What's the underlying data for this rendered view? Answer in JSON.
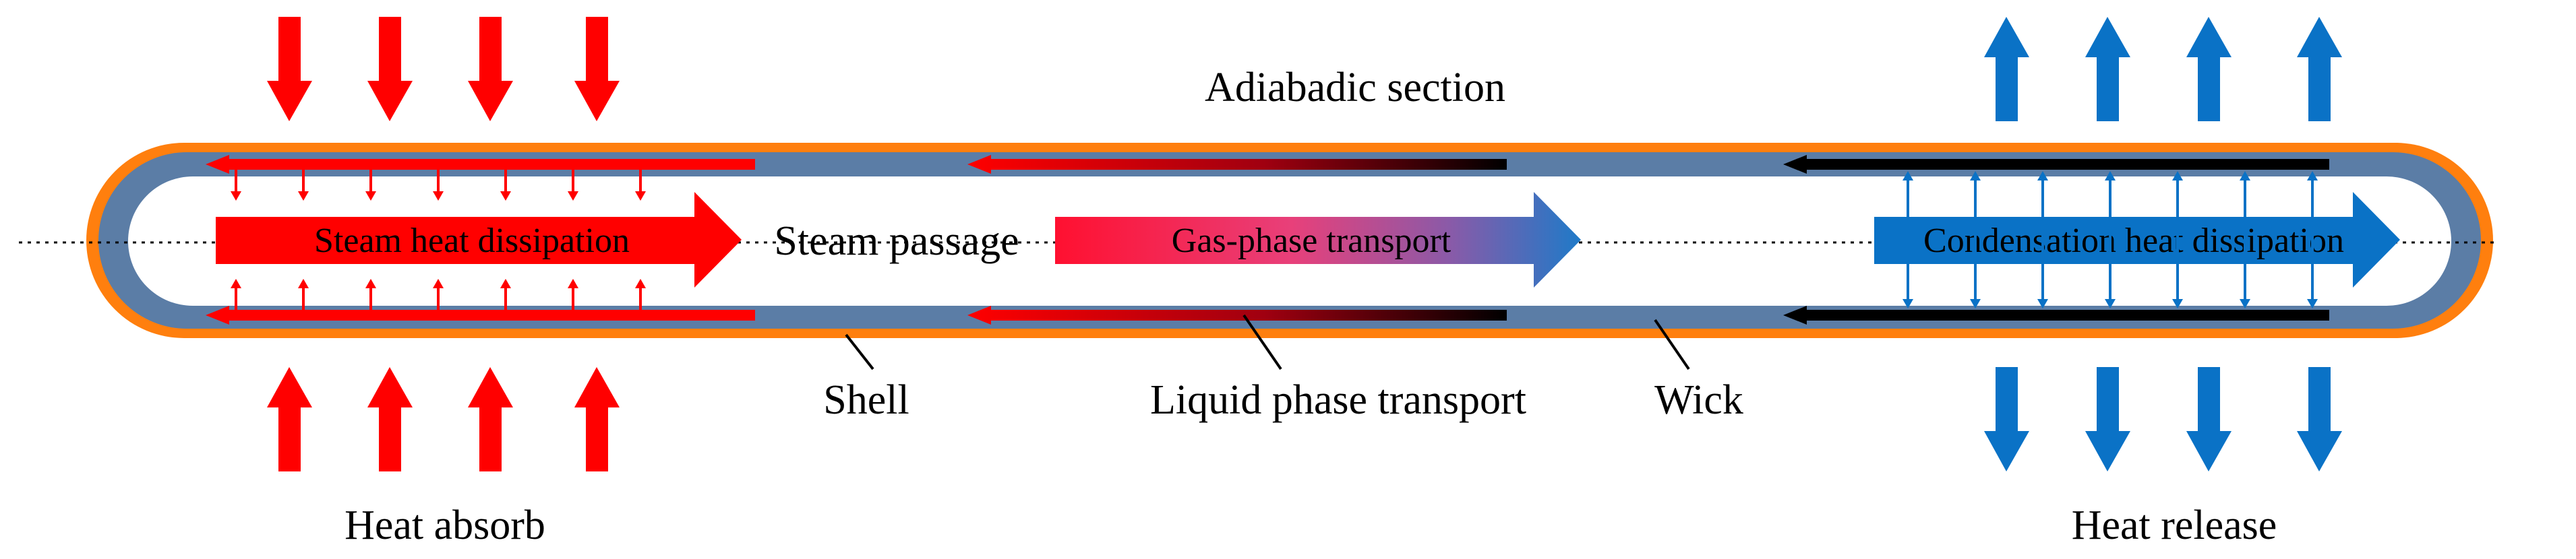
{
  "labels": {
    "adiabatic": "Adiabadic section",
    "steam_passage": "Steam passage",
    "shell": "Shell",
    "liquid_transport": "Liquid phase transport",
    "wick": "Wick",
    "heat_absorb": "Heat absorb",
    "heat_release": "Heat release"
  },
  "flow_arrows": {
    "steam_dissipation": "Steam heat dissipation",
    "gas_transport": "Gas-phase transport",
    "condensation": "Condensation heat dissipation"
  },
  "colors": {
    "shell": "#ff7f0e",
    "wick": "#5b7da6",
    "heat_in": "#ff0000",
    "heat_out": "#0a72c6",
    "liquid_dark": "#000000"
  },
  "icons": {
    "heat_in": "arrow-down-red / arrow-up-red",
    "heat_out": "arrow-up-blue / arrow-down-blue"
  }
}
